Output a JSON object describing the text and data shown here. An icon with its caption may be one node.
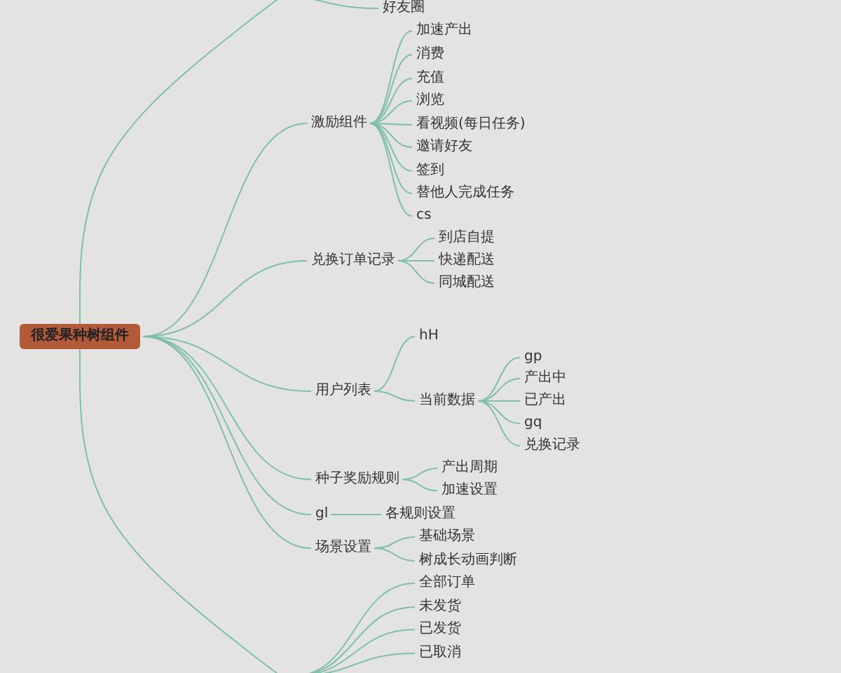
{
  "diagram": {
    "nodes": [
      {
        "text": [
          "很爱果种树组件"
        ]
      },
      {
        "text": [
          "好友圈"
        ]
      },
      {
        "text": [
          "激励组件"
        ]
      },
      {
        "text": [
          "加速产出"
        ]
      },
      {
        "text": [
          "消费"
        ]
      },
      {
        "text": [
          "充值"
        ]
      },
      {
        "text": [
          "浏览"
        ]
      },
      {
        "text": [
          "看视频(每日任务)"
        ]
      },
      {
        "text": [
          "邀请好友"
        ]
      },
      {
        "text": [
          "签到"
        ]
      },
      {
        "text": [
          "替他人完成任务"
        ]
      },
      {
        "text": [
          "cs"
        ]
      },
      {
        "text": [
          "兑换订单记录"
        ]
      },
      {
        "text": [
          "到店自提"
        ]
      },
      {
        "text": [
          "快递配送"
        ]
      },
      {
        "text": [
          "同城配送"
        ]
      },
      {
        "text": [
          "用户列表"
        ]
      },
      {
        "text": [
          "hH"
        ]
      },
      {
        "text": [
          "当前数据"
        ]
      },
      {
        "text": [
          "gp"
        ]
      },
      {
        "text": [
          "产出中"
        ]
      },
      {
        "text": [
          "已产出"
        ]
      },
      {
        "text": [
          "gq"
        ]
      },
      {
        "text": [
          "兑换记录"
        ]
      },
      {
        "text": [
          "种子奖励规则"
        ]
      },
      {
        "text": [
          "产出周期"
        ]
      },
      {
        "text": [
          "加速设置"
        ]
      },
      {
        "text": [
          "gl"
        ]
      },
      {
        "text": [
          "各规则设置"
        ]
      },
      {
        "text": [
          "场景设置"
        ]
      },
      {
        "text": [
          "基础场景"
        ]
      },
      {
        "text": [
          "树成长动画判断"
        ]
      },
      {
        "text": [
          "全部订单"
        ]
      },
      {
        "text": [
          "未发货"
        ]
      },
      {
        "text": [
          "已发货"
        ]
      },
      {
        "text": [
          "已取消"
        ]
      }
    ],
    "edges": [
      {
        "from": 0,
        "to": null,
        "arrow": "none"
      },
      {
        "from": 0,
        "to": null,
        "arrow": "none"
      },
      {
        "from": null,
        "to": 1,
        "arrow": "none"
      },
      {
        "from": 0,
        "to": 2,
        "arrow": "none"
      },
      {
        "from": 2,
        "to": 3,
        "arrow": "none"
      },
      {
        "from": 2,
        "to": 4,
        "arrow": "none"
      },
      {
        "from": 2,
        "to": 5,
        "arrow": "none"
      },
      {
        "from": 2,
        "to": 6,
        "arrow": "none"
      },
      {
        "from": 2,
        "to": 7,
        "arrow": "none"
      },
      {
        "from": 2,
        "to": 8,
        "arrow": "none"
      },
      {
        "from": 2,
        "to": 9,
        "arrow": "none"
      },
      {
        "from": 2,
        "to": 10,
        "arrow": "none"
      },
      {
        "from": 2,
        "to": 11,
        "arrow": "none"
      },
      {
        "from": 0,
        "to": 12,
        "arrow": "none"
      },
      {
        "from": 12,
        "to": 13,
        "arrow": "none"
      },
      {
        "from": 12,
        "to": 14,
        "arrow": "none"
      },
      {
        "from": 12,
        "to": 15,
        "arrow": "none"
      },
      {
        "from": 0,
        "to": 16,
        "arrow": "none"
      },
      {
        "from": 16,
        "to": 17,
        "arrow": "none"
      },
      {
        "from": 16,
        "to": 18,
        "arrow": "none"
      },
      {
        "from": 18,
        "to": 19,
        "arrow": "none"
      },
      {
        "from": 18,
        "to": 20,
        "arrow": "none"
      },
      {
        "from": 18,
        "to": 21,
        "arrow": "none"
      },
      {
        "from": 18,
        "to": 22,
        "arrow": "none"
      },
      {
        "from": 18,
        "to": 23,
        "arrow": "none"
      },
      {
        "from": 0,
        "to": 24,
        "arrow": "none"
      },
      {
        "from": 24,
        "to": 25,
        "arrow": "none"
      },
      {
        "from": 24,
        "to": 26,
        "arrow": "none"
      },
      {
        "from": 0,
        "to": 27,
        "arrow": "none"
      },
      {
        "from": 27,
        "to": 28,
        "arrow": "none"
      },
      {
        "from": 0,
        "to": 29,
        "arrow": "none"
      },
      {
        "from": 29,
        "to": 30,
        "arrow": "none"
      },
      {
        "from": 29,
        "to": 31,
        "arrow": "none"
      },
      {
        "from": null,
        "to": 32,
        "arrow": "none"
      },
      {
        "from": null,
        "to": 33,
        "arrow": "none"
      },
      {
        "from": null,
        "to": 34,
        "arrow": "none"
      },
      {
        "from": null,
        "to": 35,
        "arrow": "none"
      }
    ]
  }
}
